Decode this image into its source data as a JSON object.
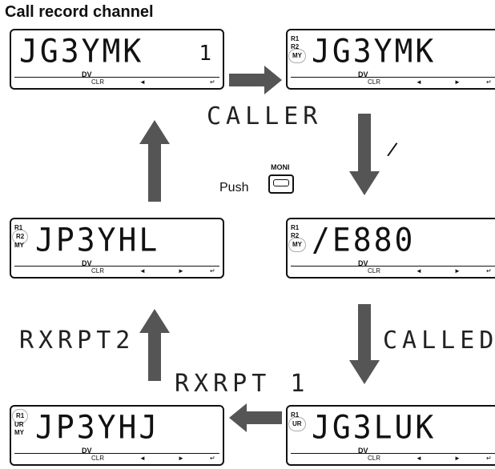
{
  "title": "Call record channel",
  "common": {
    "dv": "DV",
    "clr": "CLR",
    "left": "◄",
    "right": "►",
    "enter": "↵"
  },
  "indicators": {
    "r1": "R1",
    "r2": "R2",
    "my": "MY",
    "ur": "UR"
  },
  "screens": {
    "top_left": {
      "text": "JG3YMK",
      "channel": "1"
    },
    "top_right": {
      "text": "JG3YMK"
    },
    "mid_left": {
      "text": "JP3YHL"
    },
    "mid_right": {
      "text": "/E880"
    },
    "bot_left": {
      "text": "JP3YHJ"
    },
    "bot_right": {
      "text": "JG3LUK"
    }
  },
  "labels": {
    "caller": "CALLER",
    "called": "CALLED",
    "rxrpt1": "RXRPT 1",
    "rxrpt2": "RXRPT2",
    "slash": "/",
    "push": "Push",
    "moni": "MONI"
  }
}
